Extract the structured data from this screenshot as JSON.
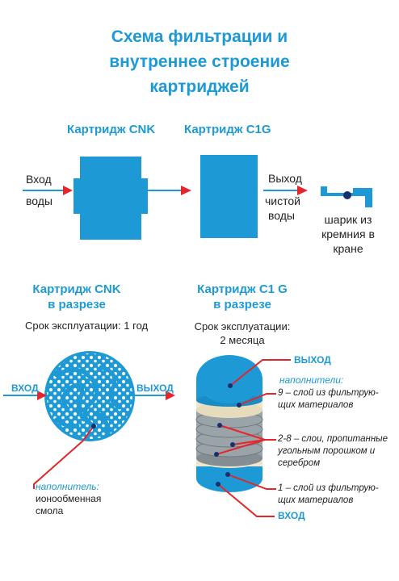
{
  "title": {
    "line1": "Схема фильтрации и",
    "line2": "внутреннее строение",
    "line3": "картриджей"
  },
  "flow": {
    "cnk_label": "Картридж CNK",
    "c1g_label": "Картридж C1G",
    "input_line1": "Вход",
    "input_line2": "воды",
    "output_line1": "Выход",
    "output_line2": "чистой",
    "output_line3": "воды",
    "ball_line1": "шарик из",
    "ball_line2": "кремния в",
    "ball_line3": "кране"
  },
  "cnk_section": {
    "title_line1": "Картридж CNK",
    "title_line2": "в разрезе",
    "lifetime": "Срок эксплуатации: 1 год",
    "in_label": "ВХОД",
    "out_label": "ВЫХОД",
    "filler_label": "наполнитель:",
    "filler_line1": "ионообменная",
    "filler_line2": "смола"
  },
  "c1g_section": {
    "title_line1": "Картридж C1 G",
    "title_line2": "в разрезе",
    "lifetime_line1": "Срок эксплуатации:",
    "lifetime_line2": "2 месяца",
    "out_label": "ВЫХОД",
    "in_label": "ВХОД",
    "fillers_label": "наполнители:",
    "layer9_line1": "9 – слой из фильтрую-",
    "layer9_line2": "щих материалов",
    "layer28_line1": "2-8 – слои, пропитанные",
    "layer28_line2": "угольным порошком и",
    "layer28_line3": "серебром",
    "layer1_line1": "1 – слой из фильтрую-",
    "layer1_line2": "щих материалов"
  },
  "colors": {
    "accent_blue": "#1d9ad6",
    "arrow_red": "#e2262c",
    "layer_gray": "#9aa3a8",
    "layer_cream": "#efe6cc"
  }
}
